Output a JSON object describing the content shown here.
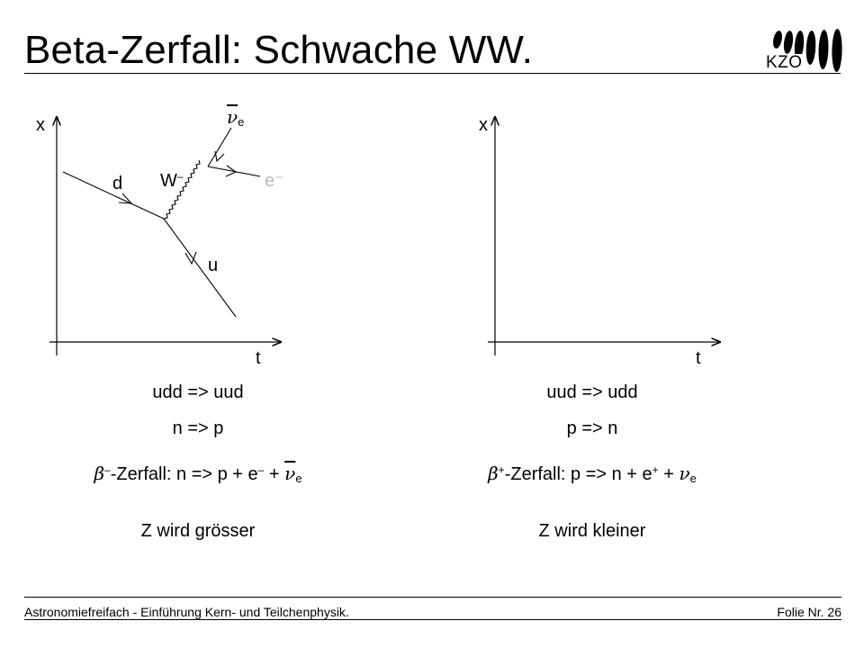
{
  "slide": {
    "title": "Beta-Zerfall: Schwache WW.",
    "logo_text": "KZO"
  },
  "left_diagram": {
    "axis_x_label": "x",
    "axis_t_label": "t",
    "particle_d": "d",
    "particle_u": "u",
    "boson_base": "W",
    "boson_charge": "–",
    "antineutrino_symbol": "ν",
    "antineutrino_sub": "e",
    "electron_label": "e⁻"
  },
  "right_diagram": {
    "axis_x_label": "x",
    "axis_t_label": "t"
  },
  "left_text": {
    "quark_line": "udd => uud",
    "nucleon_line": "n => p",
    "decay_beta": "β",
    "decay_beta_sup": "–",
    "decay_prefix": "-Zerfall: n => p + e",
    "decay_e_sup": "–",
    "decay_plus": " + ",
    "decay_nu": "ν",
    "decay_nu_sub": "e",
    "z_line": "Z wird grösser"
  },
  "right_text": {
    "quark_line": "uud => udd",
    "nucleon_line": "p => n",
    "decay_beta": "β",
    "decay_beta_sup": "+",
    "decay_prefix": "-Zerfall: p => n + e",
    "decay_e_sup": "+",
    "decay_plus": " + ",
    "decay_nu": "ν",
    "decay_nu_sub": "e",
    "z_line": "Z wird kleiner"
  },
  "footer": {
    "left": "Astronomiefreifach - Einführung Kern- und Teilchenphysik.",
    "right": "Folie Nr. 26"
  }
}
